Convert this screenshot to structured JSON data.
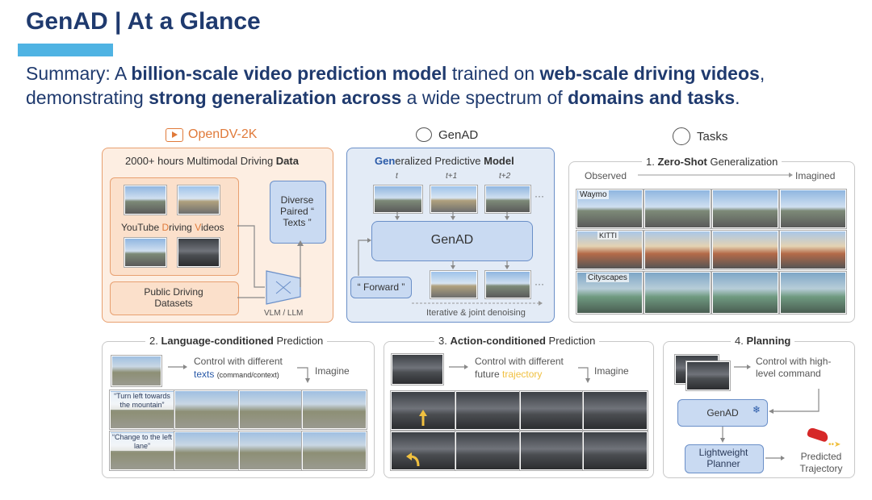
{
  "title": "GenAD | At a Glance",
  "summary": {
    "p1": "Summary: A ",
    "b1": "billion-scale video prediction model",
    "p2": " trained on ",
    "b2": "web-scale driving videos",
    "p3": ",",
    "p4": "demonstrating ",
    "b3": "strong generalization across",
    "p5": " a wide spectrum of ",
    "b4": "domains and tasks",
    "p6": "."
  },
  "opendv": {
    "header": "OpenDV-2K",
    "data_title_pre": "2000+ hours Multimodal Driving ",
    "data_title_bold": "Data",
    "youtube_pre": "YouTube ",
    "youtube_d": "D",
    "youtube_mid": "riving ",
    "youtube_v": "V",
    "youtube_post": "ideos",
    "public": "Public Driving Datasets",
    "texts": "Diverse Paired “ Texts ”",
    "vlm": "VLM / LLM"
  },
  "genad": {
    "header": "GenAD",
    "model_title_g": "Gen",
    "model_title_mid": "eralized Predictive ",
    "model_title_b": "Model",
    "t0": "t",
    "t1": "t+1",
    "t2": "t+2",
    "ellipsis": "···",
    "core": "GenAD",
    "forward": "“ Forward ”",
    "iterative": "Iterative & joint denoising"
  },
  "tasks": {
    "header": "Tasks",
    "zs_title_num": "1. ",
    "zs_title_bold": "Zero-Shot",
    "zs_title_rest": " Generalization",
    "observed": "Observed",
    "imagined": "Imagined",
    "rows": [
      "Waymo",
      "KITTI",
      "Cityscapes"
    ]
  },
  "lang": {
    "title_num": "2. ",
    "title_bold": "Language-conditioned",
    "title_rest": " Prediction",
    "control": "Control with different",
    "texts_word": "texts",
    "texts_note": "(command/context)",
    "imagine": "Imagine",
    "cap1": "“Turn left towards the mountain”",
    "cap2": "“Change to the left lane”"
  },
  "action": {
    "title_num": "3. ",
    "title_bold": "Action-conditioned",
    "title_rest": " Prediction",
    "control": "Control with different",
    "future": "future ",
    "trajectory": "trajectory",
    "imagine": "Imagine"
  },
  "planning": {
    "title_num": "4. ",
    "title_bold": "Planning",
    "control": "Control with high-level command",
    "genad": "GenAD",
    "planner": "Lightweight Planner",
    "predicted": "Predicted Trajectory"
  },
  "colors": {
    "title": "#1f3a6e",
    "accent_bar": "#4fb3e3",
    "orange": "#e07a3a",
    "trajectory": "#f0c040",
    "blue_text": "#2a5aa8"
  }
}
